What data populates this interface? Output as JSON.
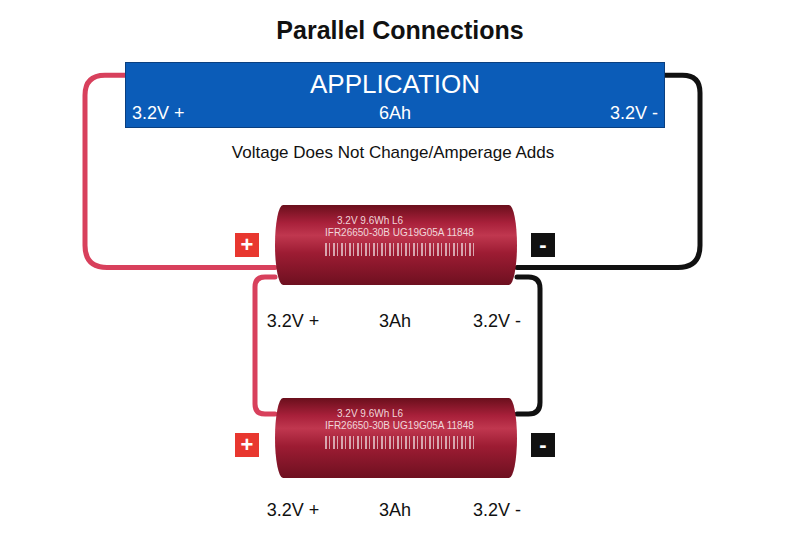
{
  "diagram": {
    "title": "Parallel Connections",
    "nodes": [
      {
        "text": [
          "APPLICATION",
          "3.2V +",
          "6Ah",
          "3.2V -"
        ]
      },
      {
        "text": [
          "3.2V 9.6Wh L6",
          "IFR26650-30B UG19G05A 11848"
        ]
      },
      {
        "text": [
          "3.2V 9.6Wh L6",
          "IFR26650-30B UG19G05A 11848"
        ]
      }
    ],
    "edges": [
      {
        "from": 0,
        "to": 1,
        "arrow": "none"
      },
      {
        "from": 0,
        "to": 1,
        "arrow": "none"
      },
      {
        "from": 1,
        "to": 2,
        "arrow": "none"
      },
      {
        "from": 1,
        "to": 2,
        "arrow": "none"
      }
    ],
    "labels": [
      "Voltage Does Not Change/Amperage Adds",
      "+",
      "-",
      "3.2V +",
      "3Ah",
      "3.2V -",
      "+",
      "-",
      "3.2V +",
      "3Ah",
      "3.2V -"
    ]
  }
}
